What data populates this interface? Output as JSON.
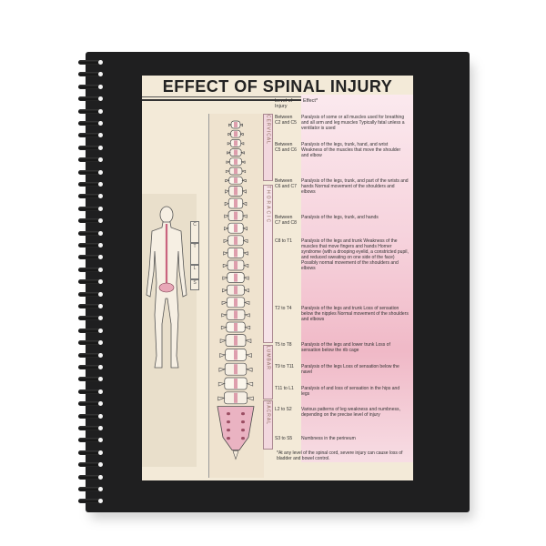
{
  "title": "EFFECT OF SPINAL INJURY",
  "columns": {
    "level": "Level of Injury",
    "effect": "Effect*"
  },
  "regions": {
    "cervical": "CERVICAL",
    "thoracic": "THORACIC",
    "lumbar": "LUMBAR",
    "sacral": "SACRAL"
  },
  "body_tabs": [
    "C",
    "T",
    "L",
    "S"
  ],
  "rows": [
    {
      "level": "Between C2 and C5",
      "effect": "Paralysis of some or all muscles used for breathing and all arm and leg muscles Typically fatal unless a ventilator is used"
    },
    {
      "level": "Between C5 and C6",
      "effect": "Paralysis of the legs, trunk, hand, and wrist Weakness of the muscles that move the shoulder and elbow"
    },
    {
      "level": "Between C6 and C7",
      "effect": "Paralysis of the legs, trunk, and part of the wrists and hands Normal movement of the shoulders and elbows"
    },
    {
      "level": "Between C7 and C8",
      "effect": "Paralysis of the legs, trunk, and hands"
    },
    {
      "level": "C8 to T1",
      "effect": "Paralysis of the legs and trunk Weakness of the muscles that move fingers and hands Horner syndrome (with a drooping eyelid, a constricted pupil, and reduced sweating on one side of the face) Possibly normal movement of the shoulders and elbows"
    },
    {
      "level": "T2 to T4",
      "effect": "Paralysis of the legs and trunk Loss of sensation below the nipples Normal movement of the shoulders and elbows"
    },
    {
      "level": "T5 to T8",
      "effect": "Paralysis of the legs and lower trunk Loss of sensation below the rib cage"
    },
    {
      "level": "T9 to T11",
      "effect": "Paralysis of the legs Loss of sensation below the navel"
    },
    {
      "level": "T11 to L1",
      "effect": "Paralysis of and loss of sensation in the hips and legs"
    },
    {
      "level": "L2 to S2",
      "effect": "Various patterns of leg weakness and numbness, depending on the precise level of injury"
    },
    {
      "level": "S3 to S5",
      "effect": "Numbness in the perineum"
    }
  ],
  "footnote": "*At any level of the spinal cord, severe injury can cause loss of bladder and bowel control.",
  "colors": {
    "cover": "#1f1f20",
    "paper": "#f3ead8",
    "pink": "#e8a7b7",
    "pink_light": "#f4d3dc",
    "ink": "#222222"
  }
}
